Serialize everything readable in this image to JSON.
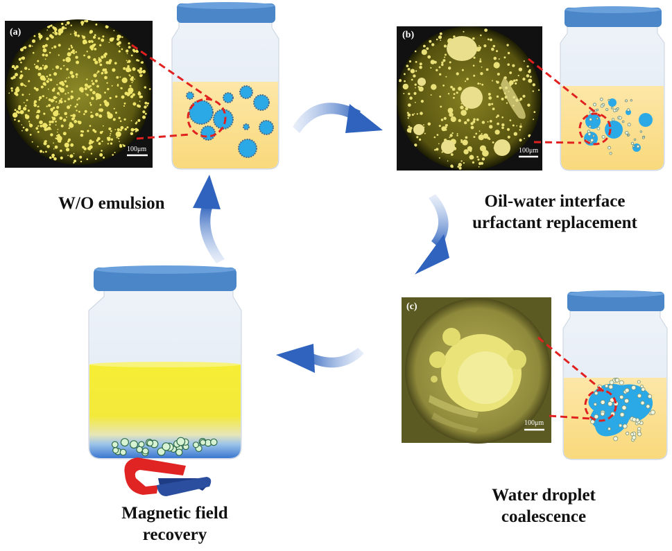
{
  "panels": {
    "a": {
      "tag": "(a)",
      "scale": "100μm"
    },
    "b": {
      "tag": "(b)",
      "scale": "100μm"
    },
    "c": {
      "tag": "(c)",
      "scale": "100μm"
    }
  },
  "labels": {
    "emulsion": "W/O emulsion",
    "replacement_line1": "Oil-water interface",
    "replacement_line2": "urfactant replacement",
    "coalescence_line1": "Water droplet",
    "coalescence_line2": "coalescence",
    "recovery_line1": "Magnetic field",
    "recovery_line2": "recovery"
  },
  "colors": {
    "lid": "#4a86c8",
    "oil": "#fbe49a",
    "oil_bright": "#f4ea2a",
    "water_droplet": "#2aa9e6",
    "arrow": "#3f73c4",
    "dash": "#e12020",
    "micro_bg": "#2a2a05",
    "micro_field": "#c7c04a",
    "magnet_red": "#e02424",
    "magnet_blue": "#1f3c86"
  },
  "icons": [
    "jar-icon",
    "magnet-icon",
    "curved-arrow-icon",
    "microscope-image"
  ]
}
